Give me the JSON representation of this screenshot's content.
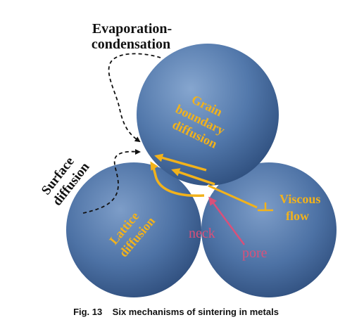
{
  "labels": {
    "evaporation_line1": "Evaporation-",
    "evaporation_line2": "condensation",
    "surface_line1": "Surface",
    "surface_line2": "diffusion",
    "grain_line1": "Grain",
    "grain_line2": "boundary",
    "grain_line3": "diffusion",
    "lattice_line1": "Lattice",
    "lattice_line2": "diffusion",
    "viscous_line1": "Viscous",
    "viscous_line2": "flow",
    "neck": "neck",
    "pore": "pore"
  },
  "caption": "Fig. 13    Six mechanisms of sintering in metals",
  "colors": {
    "sphere": "#4f73a4",
    "mechanism_label": "#f2b21b",
    "neck_label": "#d9507a",
    "pore_label": "#d9507a",
    "black_label": "#111111"
  }
}
